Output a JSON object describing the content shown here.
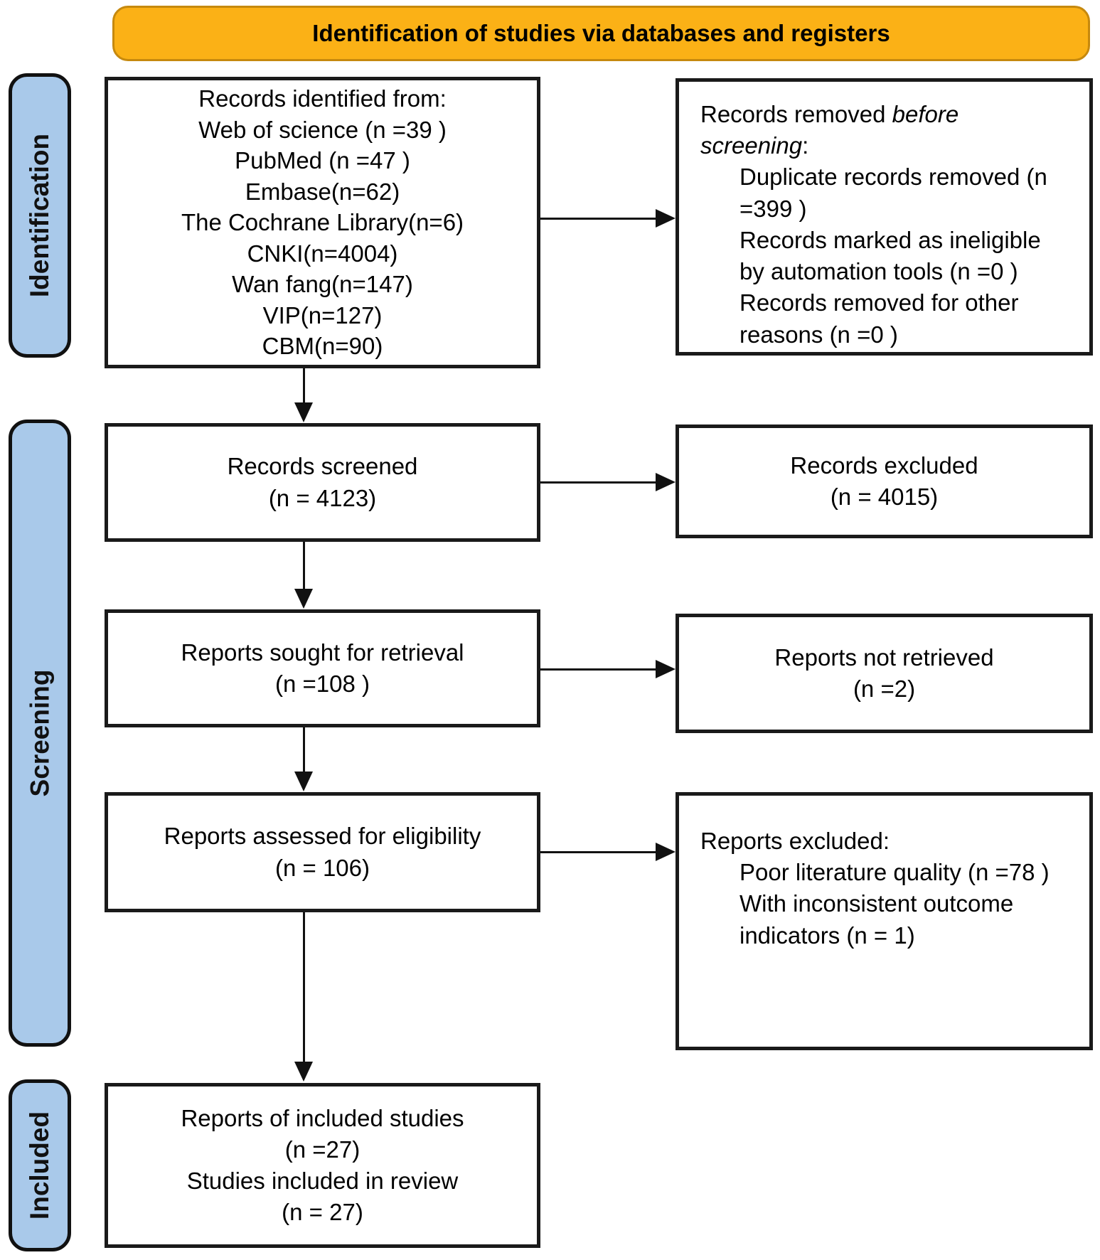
{
  "banner": {
    "label": "Identification of studies via databases and registers",
    "bg_color": "#FBB116",
    "border_color": "#C6890E"
  },
  "sidebar": {
    "fill_color": "#A9C9EA",
    "stages": [
      {
        "label": "Identification"
      },
      {
        "label": "Screening"
      },
      {
        "label": "Included"
      }
    ]
  },
  "boxes": {
    "identified": {
      "title": "Records identified from:",
      "items": [
        "Web of science (n =39 )",
        "PubMed (n =47 )",
        "Embase(n=62)",
        "The Cochrane Library(n=6)",
        "CNKI(n=4004)",
        "Wan fang(n=147)",
        "VIP(n=127)",
        "CBM(n=90)"
      ]
    },
    "removed": {
      "title_prefix": "Records removed ",
      "title_italic": "before screening",
      "title_suffix": ":",
      "items": [
        "Duplicate records removed (n =399 )",
        "Records marked as ineligible by automation tools (n =0 )",
        "Records removed for other reasons (n =0 )"
      ]
    },
    "screened": {
      "label": "Records screened",
      "count": "(n = 4123)"
    },
    "records_excluded": {
      "label": "Records excluded",
      "count": "(n = 4015)"
    },
    "sought": {
      "label": "Reports sought for retrieval",
      "count": "(n =108 )"
    },
    "not_retrieved": {
      "label": "Reports not retrieved",
      "count": "(n =2)"
    },
    "assessed": {
      "label": "Reports assessed for eligibility",
      "count": "(n = 106)"
    },
    "reports_excluded": {
      "title": "Reports excluded:",
      "items": [
        "Poor literature quality (n =78 )",
        "With inconsistent outcome indicators (n = 1)"
      ]
    },
    "included": {
      "lines": [
        "Reports of included studies",
        "(n =27)",
        "Studies included in review",
        "(n = 27)"
      ]
    }
  }
}
